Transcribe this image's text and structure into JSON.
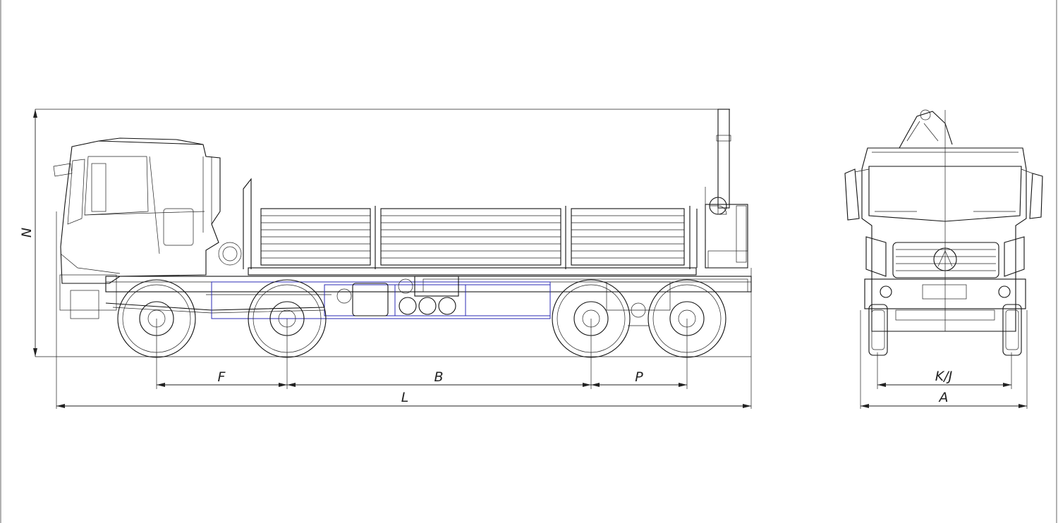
{
  "diagram": {
    "views": [
      "side-view",
      "front-view"
    ],
    "dimensions": {
      "F": "F",
      "B": "B",
      "P": "P",
      "L": "L",
      "N": "N",
      "KJ": "K/J",
      "A": "A"
    },
    "colors": {
      "line": "#111111",
      "hidden": "#2b2bb5",
      "background": "#ffffff"
    }
  }
}
